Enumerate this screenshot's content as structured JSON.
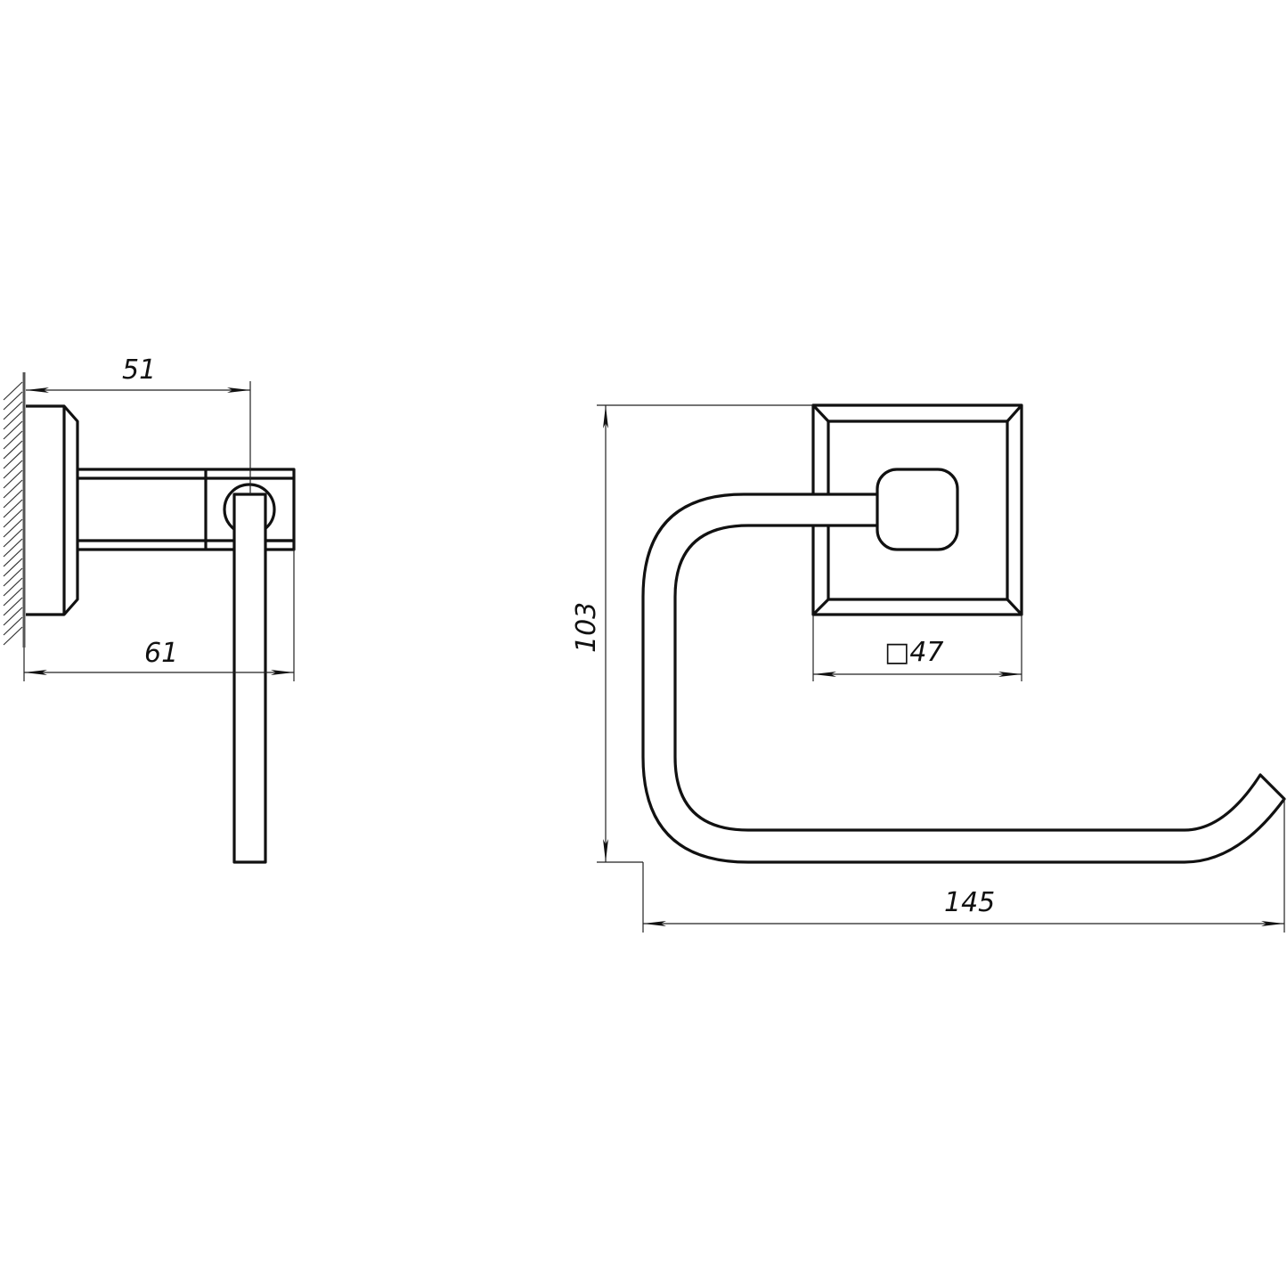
{
  "dimensions": {
    "side_depth_to_bar": "51",
    "side_total_depth": "61",
    "front_height": "103",
    "base_square": "□47",
    "front_width": "145"
  },
  "colors": {
    "line": "#111111",
    "background": "#ffffff"
  }
}
